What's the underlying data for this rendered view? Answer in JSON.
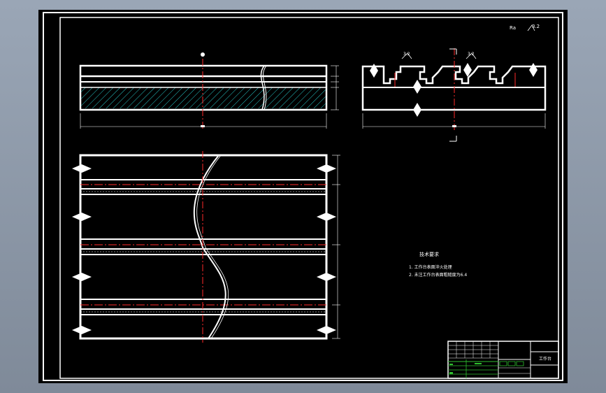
{
  "drawing": {
    "corner_marks": [
      "Ra",
      "3.2"
    ],
    "section_marks": [
      "3.2",
      "3.2"
    ],
    "tech_requirements": {
      "title": "技术要求",
      "items": [
        "1. 工作台表面淬火处理",
        "2. 未注工作台表面粗糙度为6.4"
      ]
    },
    "title_block": {
      "part_name": "工作台"
    },
    "colors": {
      "background": "#000000",
      "line": "#ffffff",
      "centerline": "#ff2a2a",
      "hatch": "#27c6c6",
      "title_block_green": "#2fbf2f",
      "frame_bg": "#8c97a6"
    }
  }
}
